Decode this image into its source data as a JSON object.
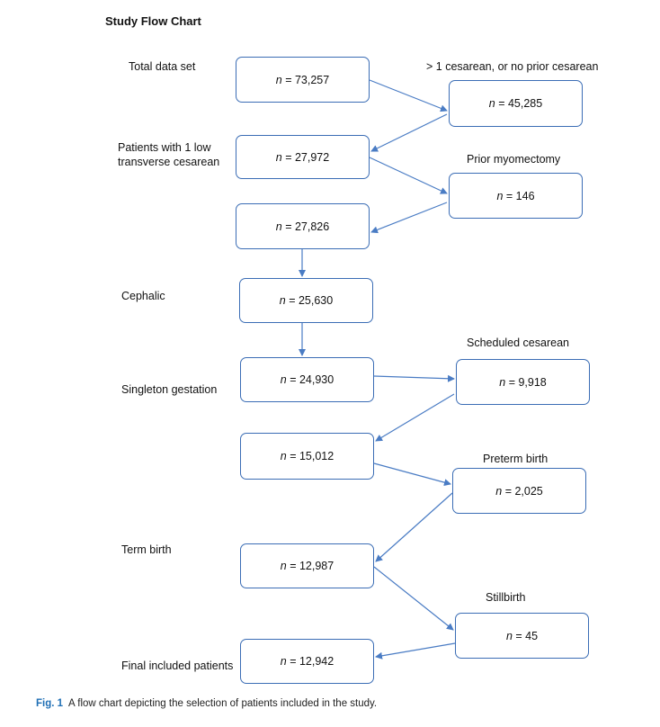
{
  "title": "Study Flow Chart",
  "labels": {
    "total": "Total data set",
    "one_low_1": "Patients with 1 low",
    "one_low_2": "transverse cesarean",
    "cephalic": "Cephalic",
    "singleton": "Singleton gestation",
    "term": "Term birth",
    "final": "Final included patients",
    "excl_cesarean": "> 1 cesarean, or no prior cesarean",
    "excl_myomectomy": "Prior myomectomy",
    "excl_scheduled": "Scheduled cesarean",
    "excl_preterm": "Preterm birth",
    "excl_stillbirth": "Stillbirth"
  },
  "n_prefix": "n",
  "boxes": {
    "b1": "= 73,257",
    "b2": "= 27,972",
    "b3": "= 27,826",
    "b4": "= 25,630",
    "b5": "= 24,930",
    "b6": "= 15,012",
    "b7": "= 12,987",
    "b8": "= 12,942",
    "e1": "= 45,285",
    "e2": "= 146",
    "e3": "= 9,918",
    "e4": "= 2,025",
    "e5": "= 45"
  },
  "caption": {
    "fig": "Fig. 1",
    "text": "A flow chart depicting the selection of patients included in the study."
  },
  "colors": {
    "border": "#3b6db5",
    "arrow": "#4a7cc4",
    "fig_label": "#1f6fb5"
  }
}
